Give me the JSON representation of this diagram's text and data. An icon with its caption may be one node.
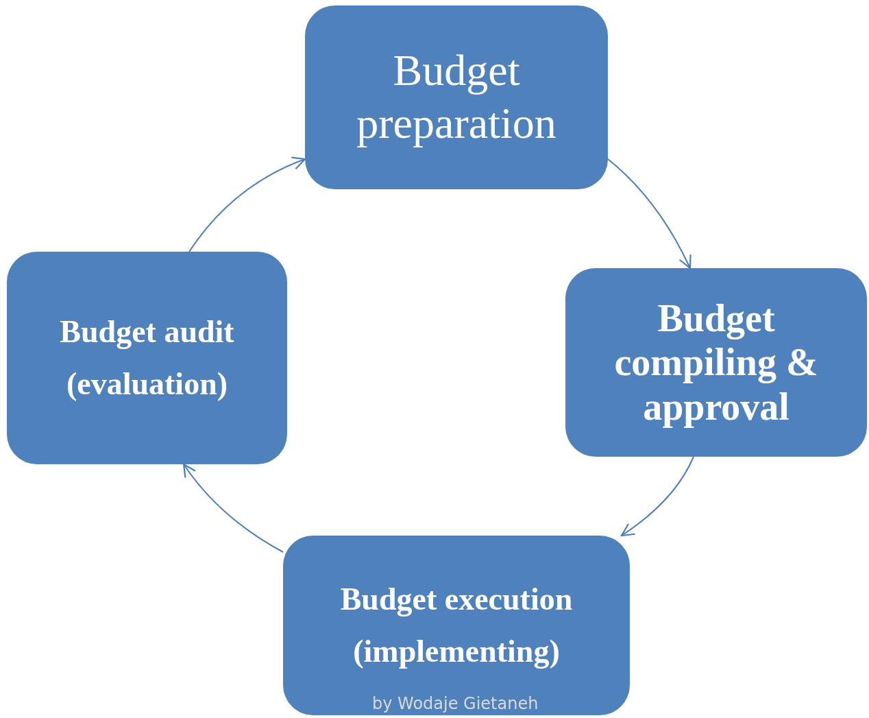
{
  "diagram": {
    "nodes": [
      {
        "text": [
          "Budget preparation"
        ]
      },
      {
        "text": [
          "Budget compiling & approval"
        ]
      },
      {
        "text": [
          "Budget execution (implementing)"
        ]
      },
      {
        "text": [
          "Budget audit (evaluation)"
        ]
      }
    ],
    "edges": [
      {
        "from": 0,
        "to": 1,
        "arrow": "to"
      },
      {
        "from": 1,
        "to": 2,
        "arrow": "to"
      },
      {
        "from": 2,
        "to": 3,
        "arrow": "to"
      },
      {
        "from": 3,
        "to": 0,
        "arrow": "to"
      }
    ],
    "labels": [
      "by Wodaje Gietaneh"
    ]
  }
}
